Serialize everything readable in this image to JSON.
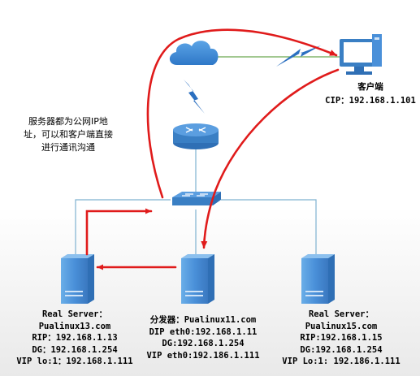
{
  "note": {
    "lines": [
      "服务器都为公网IP地",
      "址，可以和客户端直接",
      "进行通讯沟通"
    ]
  },
  "client": {
    "title": "客户端",
    "cip": "CIP：192.168.1.101"
  },
  "servers": {
    "left": {
      "lines": [
        "Real Server：",
        "Pualinux13.com",
        "RIP：192.168.1.13",
        "DG：192.168.1.254",
        "VIP lo:1：192.168.1.111"
      ]
    },
    "center": {
      "lines": [
        "分发器：Pualinux11.com",
        "DIP eth0:192.168.1.11",
        "DG:192.168.1.254",
        "VIP eth0:192.186.1.111"
      ]
    },
    "right": {
      "lines": [
        "Real Server：",
        "Pualinux15.com",
        "RIP:192.168.1.15",
        "DG:192.168.1.254",
        "VIP Lo:1: 192.186.1.111"
      ]
    }
  },
  "colors": {
    "arrow": "#e01b1b",
    "link": "#6aa84f",
    "wire": "#7fb2d0",
    "device": "#3a7fc4",
    "server": "#4a90d9"
  },
  "icons": [
    "cloud-icon",
    "lightning-icon",
    "router-icon",
    "switch-icon",
    "computer-icon",
    "server-icon"
  ]
}
